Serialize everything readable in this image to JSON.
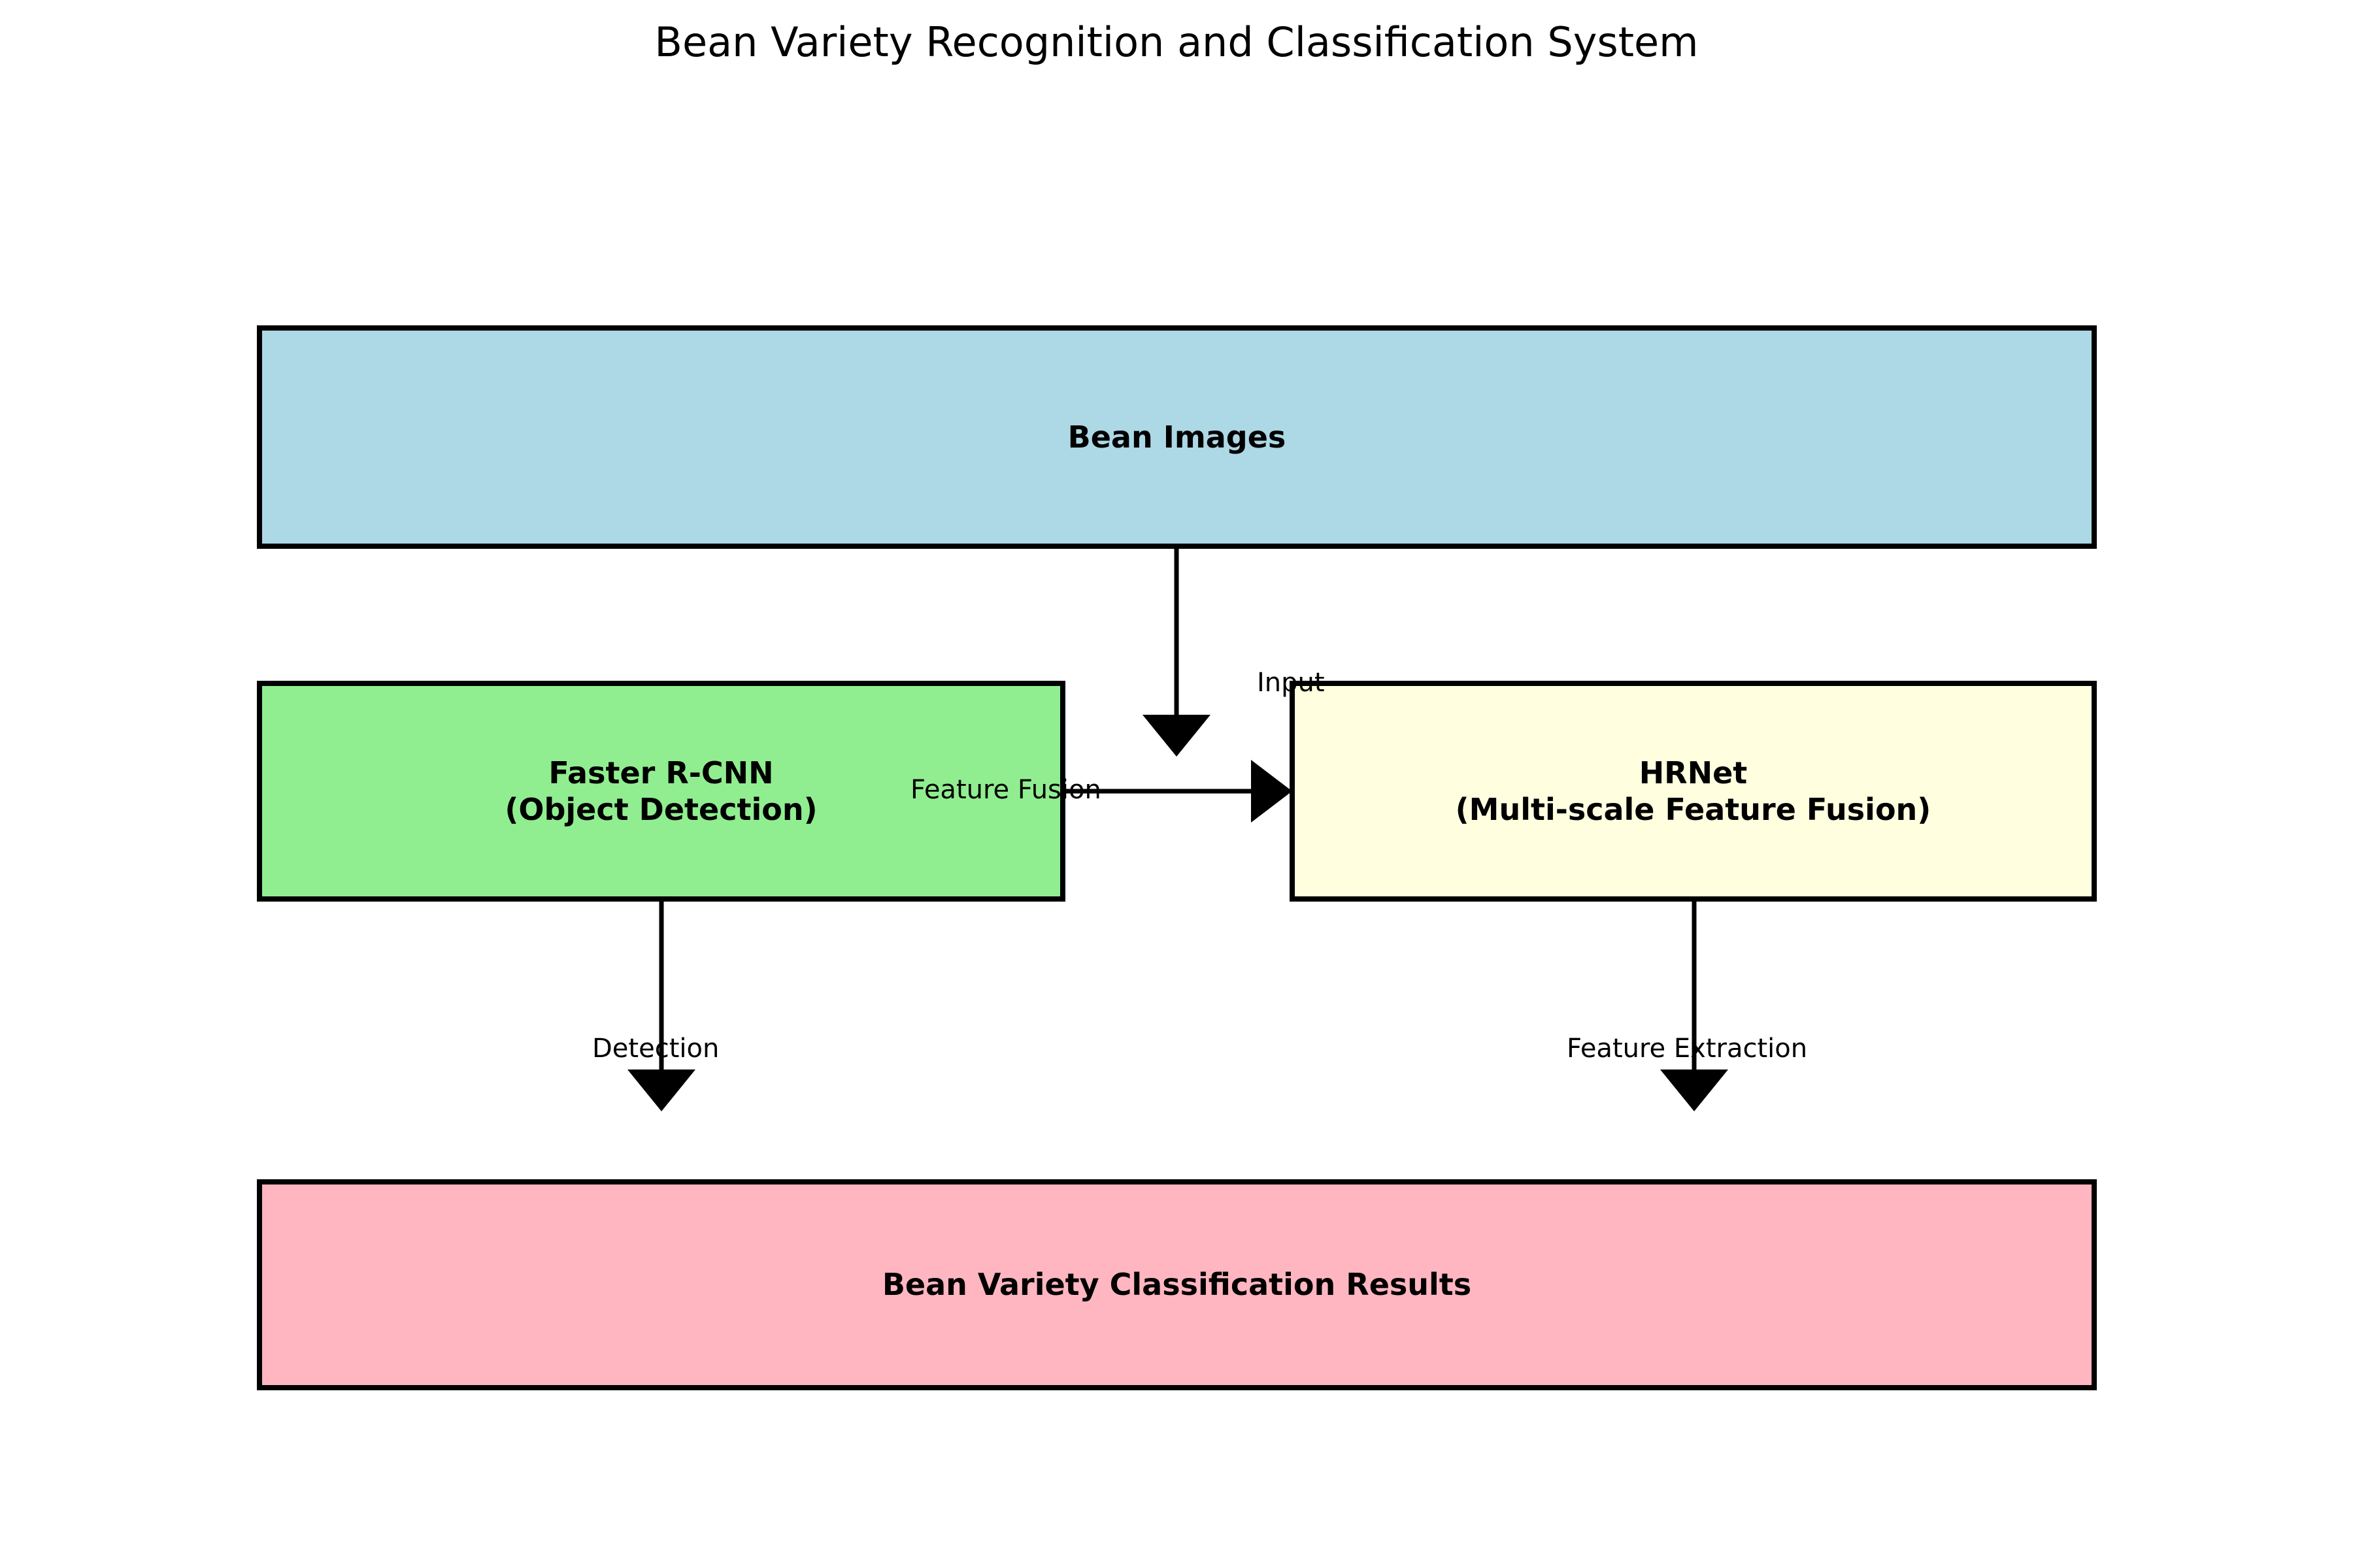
{
  "diagram": {
    "title": "Bean Variety Recognition and Classification System",
    "type": "flowchart",
    "background": "#FFFFFF",
    "nodes": [
      {
        "id": "bean-images",
        "label": "Bean Images",
        "color": "#ADD8E6",
        "border_color": "#000000"
      },
      {
        "id": "faster-rcnn",
        "label": "Faster R-CNN\n(Object Detection)",
        "color": "#90EE90",
        "border_color": "#000000"
      },
      {
        "id": "hrnet",
        "label": "HRNet\n(Multi-scale Feature Fusion)",
        "color": "#FFFFE0",
        "border_color": "#000000"
      },
      {
        "id": "results",
        "label": "Bean Variety Classification Results",
        "color": "#FFB6C1",
        "border_color": "#000000"
      }
    ],
    "edges": [
      {
        "id": "input",
        "from": "bean-images",
        "to": "hrnet",
        "label": "Input"
      },
      {
        "id": "feature-fusion",
        "from": "faster-rcnn",
        "to": "hrnet",
        "label": "Feature Fusion"
      },
      {
        "id": "detection",
        "from": "faster-rcnn",
        "to": "results",
        "label": "Detection"
      },
      {
        "id": "feature-extraction",
        "from": "hrnet",
        "to": "results",
        "label": "Feature Extraction"
      }
    ]
  }
}
